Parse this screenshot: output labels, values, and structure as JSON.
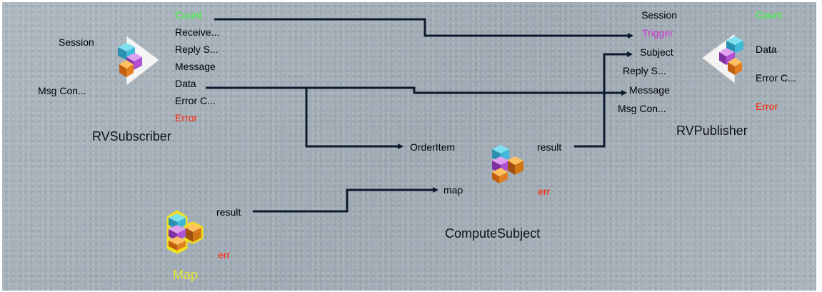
{
  "colors": {
    "background": "#a6b1ba",
    "wire": "#0d1a2e",
    "count": "#33ff33",
    "trigger": "#cc33cc",
    "error": "#ff2200",
    "map_title": "#e6e63a"
  },
  "rv_subscriber": {
    "title": "RVSubscriber",
    "icon": "rv-subscriber-cube-icon",
    "inputs": [
      "Session",
      "Msg Con..."
    ],
    "outputs": {
      "count": "Count",
      "receive": "Receive...",
      "reply": "Reply S...",
      "message": "Message",
      "data": "Data",
      "error_code": "Error C...",
      "error": "Error"
    }
  },
  "rv_publisher": {
    "title": "RVPublisher",
    "icon": "rv-publisher-cube-icon",
    "inputs": {
      "session": "Session",
      "trigger": "Trigger",
      "subject": "Subject",
      "reply": "Reply S...",
      "message": "Message",
      "msg_con": "Msg Con..."
    },
    "outputs": {
      "count": "Count",
      "data": "Data",
      "error_code": "Error C...",
      "error": "Error"
    }
  },
  "compute_subject": {
    "title": "ComputeSubject",
    "icon": "compute-subject-cube-icon",
    "inputs": {
      "order_item": "OrderItem",
      "map": "map"
    },
    "outputs": {
      "result": "result",
      "err": "err"
    }
  },
  "map_node": {
    "title": "Map",
    "icon": "map-cube-icon",
    "outputs": {
      "result": "result",
      "err": "err"
    }
  },
  "connections": [
    {
      "from": "RVSubscriber.Count",
      "to": "RVPublisher.Trigger"
    },
    {
      "from": "RVSubscriber.Data",
      "to": "RVPublisher.Message"
    },
    {
      "from": "RVSubscriber.Data",
      "to": "ComputeSubject.OrderItem"
    },
    {
      "from": "ComputeSubject.result",
      "to": "RVPublisher.Subject"
    },
    {
      "from": "Map.result",
      "to": "ComputeSubject.map"
    }
  ]
}
